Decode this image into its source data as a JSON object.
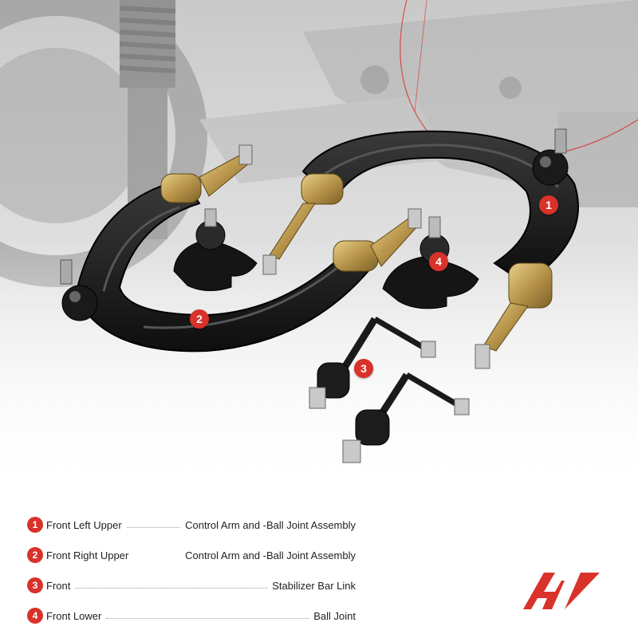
{
  "accent": "#d8322a",
  "product_image": {
    "callouts": [
      {
        "number": "1"
      },
      {
        "number": "2"
      },
      {
        "number": "3"
      },
      {
        "number": "4"
      }
    ]
  },
  "legend": [
    {
      "number": "1",
      "left": "Front Left Upper",
      "right": "Control Arm and -Ball Joint Assembly"
    },
    {
      "number": "2",
      "left": "Front Right Upper",
      "right": "Control Arm and -Ball Joint Assembly"
    },
    {
      "number": "3",
      "left": "Front",
      "right": "Stabilizer Bar Link"
    },
    {
      "number": "4",
      "left": "Front Lower",
      "right": "Ball Joint"
    }
  ],
  "logo": {
    "icon": "brand-logo-icon"
  }
}
